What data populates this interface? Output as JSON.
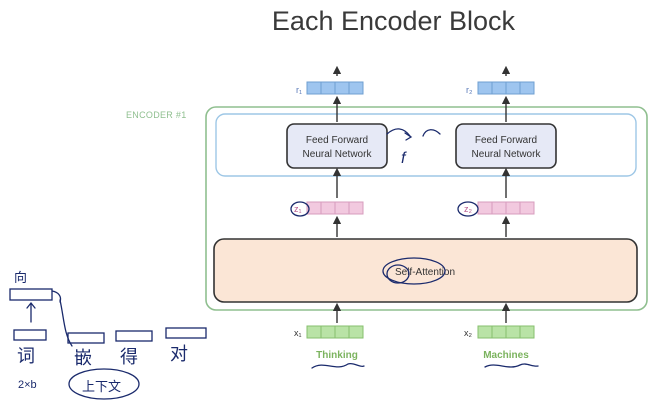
{
  "title": "Each Encoder Block",
  "encoder_label": "ENCODER #1",
  "ffn": {
    "left": {
      "line1": "Feed Forward",
      "line2": "Neural Network"
    },
    "right": {
      "line1": "Feed Forward",
      "line2": "Neural Network"
    }
  },
  "self_attention": "Self-Attention",
  "outputs": [
    "r₁",
    "r₂"
  ],
  "intermediates": [
    "z₁",
    "z₂"
  ],
  "inputs": [
    "x₁",
    "x₂"
  ],
  "words": [
    "Thinking",
    "Machines"
  ],
  "handwriting": {
    "ffn_f": "f",
    "left_top": "向",
    "left_row": [
      "词",
      "嵌",
      "得",
      "对"
    ],
    "left_dim": "2×b",
    "left_bottom": "上下文"
  },
  "colors": {
    "output_cells": "#9ec5ef",
    "intermediate_cells": "#f2c9df",
    "input_cells": "#b9e3a6",
    "encoder_border": "#8fbf8f",
    "ffn_panel_border": "#9ec7e6",
    "attention_fill": "#fbe6d6",
    "ink": "#1a2a6c"
  }
}
